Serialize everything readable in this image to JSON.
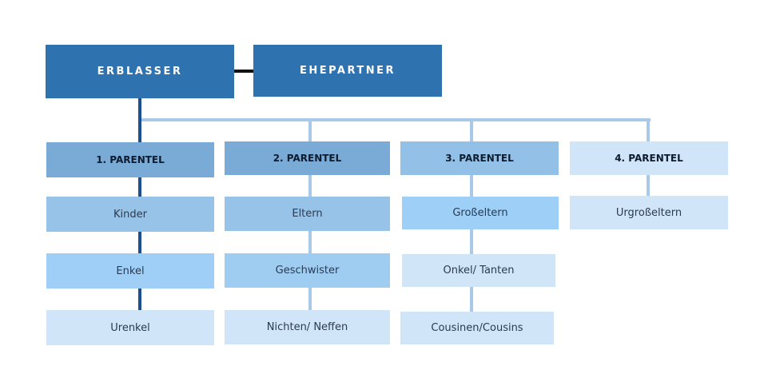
{
  "top": {
    "deceased": "ERBLASSER",
    "spouse": "EHEPARTNER"
  },
  "columns": [
    {
      "header": "1. PARENTEL",
      "items": [
        "Kinder",
        "Enkel",
        "Urenkel"
      ]
    },
    {
      "header": "2. PARENTEL",
      "items": [
        "Eltern",
        "Geschwister",
        "Nichten/ Neffen"
      ]
    },
    {
      "header": "3. PARENTEL",
      "items": [
        "Großeltern",
        "Onkel/ Tanten",
        "Cousinen/Cousins"
      ]
    },
    {
      "header": "4. PARENTEL",
      "items": [
        "Urgroßeltern"
      ]
    }
  ],
  "colors": {
    "top": "#2e72b0",
    "dark_line": "#1a4f94",
    "light_line": "#a9c9e8"
  }
}
